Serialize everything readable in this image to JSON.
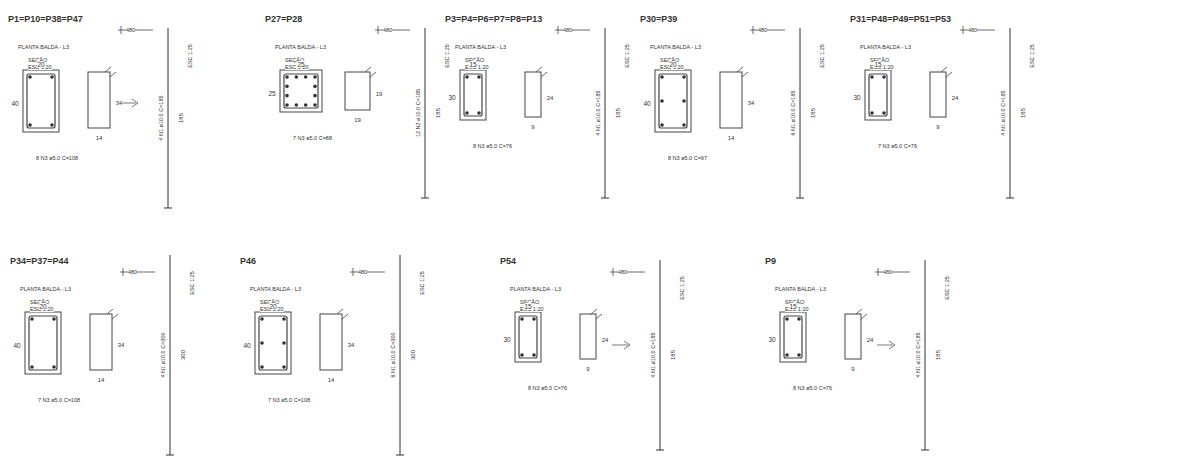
{
  "diagram": {
    "labels": [
      "P1=P10=P38=P47",
      "PLANTA BALDA - L3",
      "480",
      "SEÇÃO",
      "ESC 1:20",
      "20",
      "40",
      "14",
      "34",
      "8 N3 ø5.0 C=108",
      "4 N1 ø10.0 C=185",
      "185",
      "ESC 1:25",
      "P27=P28",
      "PLANTA BALDA - L3",
      "480",
      "SEÇÃO",
      "ESC 1:20",
      "25",
      "25",
      "19",
      "19",
      "7 N3 ø5.0 C=88",
      "12 N2 ø10.0 C=185",
      "185",
      "ESC 1:25",
      "P3=P4=P6=P7=P8=P13",
      "PLANTA BALDA - L3",
      "480",
      "SEÇÃO",
      "ESC 1:20",
      "15",
      "30",
      "9",
      "24",
      "8 N3 ø5.0 C=76",
      "4 N1 ø10.0 C=185",
      "185",
      "ESC 1:25",
      "P30=P39",
      "PLANTA BALDA - L3",
      "480",
      "SEÇÃO",
      "ESC 1:20",
      "20",
      "40",
      "14",
      "34",
      "8 N3 ø5.0 C=97",
      "6 N1 ø10.0 C=185",
      "185",
      "ESC 1:25",
      "P31=P48=P49=P51=P53",
      "PLANTA BALDA - L3",
      "480",
      "SEÇÃO",
      "ESC 1:20",
      "15",
      "30",
      "9",
      "24",
      "7 N3 ø5.0 C=76",
      "4 N1 ø10.0 C=185",
      "185",
      "ESC 1:25",
      "P34=P37=P44",
      "PLANTA BALDA - L3",
      "480",
      "SEÇÃO",
      "ESC 1:20",
      "20",
      "40",
      "14",
      "34",
      "7 N3 ø5.0 C=108",
      "4 N1 ø10.0 C=300",
      "300",
      "ESC 1:25",
      "P46",
      "PLANTA BALDA - L3",
      "480",
      "SEÇÃO",
      "ESC 1:20",
      "20",
      "40",
      "14",
      "34",
      "7 N3 ø5.0 C=108",
      "6 N1 ø10.0 C=300",
      "300",
      "ESC 1:25",
      "P54",
      "PLANTA BALDA - L3",
      "480",
      "SEÇÃO",
      "ESC 1:20",
      "15",
      "30",
      "9",
      "24",
      "8 N3 ø5.0 C=76",
      "4 N1 ø10.0 C=185",
      "185",
      "ESC 1:25",
      "P9",
      "PLANTA BALDA - L3",
      "480",
      "SEÇÃO",
      "ESC 1:20",
      "15",
      "30",
      "9",
      "24",
      "8 N3 ø5.0 C=76",
      "4 N1 ø10.0 C=185",
      "185",
      "ESC 1:25"
    ]
  }
}
